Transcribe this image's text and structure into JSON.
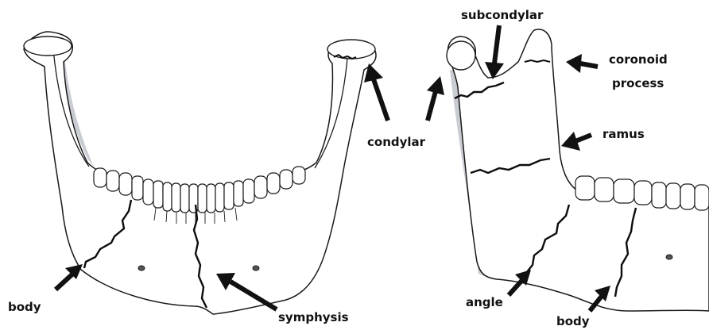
{
  "labels": {
    "body_left": "body",
    "symphysis": "symphysis",
    "condylar": "condylar",
    "subcondylar": "subcondylar",
    "coronoid_line1": "coronoid",
    "coronoid_line2": "process",
    "ramus": "ramus",
    "angle": "angle",
    "body_right": "body"
  },
  "colors": {
    "outline": "#1a1a1a",
    "fracture": "#0d0d0d",
    "shadow": "#c9ccd3",
    "arrow": "#111111"
  }
}
